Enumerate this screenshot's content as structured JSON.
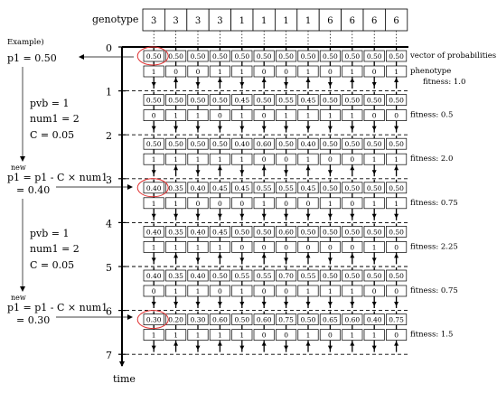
{
  "genotype": {
    "label": "genotype",
    "values": [
      "3",
      "3",
      "3",
      "3",
      "1",
      "1",
      "1",
      "1",
      "6",
      "6",
      "6",
      "6"
    ]
  },
  "axis": {
    "time_label": "time",
    "ticks": [
      "0",
      "1",
      "2",
      "3",
      "4",
      "5",
      "6",
      "7"
    ]
  },
  "annotations": {
    "vector": "vector of probabilities",
    "phenotype": "phenotype",
    "fitness_first": "fitness: 1.0"
  },
  "generations": [
    {
      "probs": [
        "0.50",
        "0.50",
        "0.50",
        "0.50",
        "0.50",
        "0.50",
        "0.50",
        "0.50",
        "0.50",
        "0.50",
        "0.50",
        "0.50"
      ],
      "prob_colors": [
        "k",
        "k",
        "k",
        "k",
        "b",
        "b",
        "b",
        "b",
        "k",
        "k",
        "k",
        "k"
      ],
      "phen": [
        "1",
        "0",
        "0",
        "1",
        "1",
        "0",
        "0",
        "1",
        "0",
        "1",
        "0",
        "1"
      ],
      "fitness": ""
    },
    {
      "probs": [
        "0.50",
        "0.50",
        "0.50",
        "0.50",
        "0.45",
        "0.50",
        "0.55",
        "0.45",
        "0.50",
        "0.50",
        "0.50",
        "0.50"
      ],
      "prob_colors": [
        "k",
        "k",
        "k",
        "k",
        "b",
        "b",
        "b",
        "b",
        "k",
        "k",
        "k",
        "k"
      ],
      "phen": [
        "0",
        "1",
        "1",
        "0",
        "1",
        "0",
        "1",
        "1",
        "1",
        "1",
        "0",
        "0"
      ],
      "fitness": "fitness: 0.5"
    },
    {
      "probs": [
        "0.50",
        "0.50",
        "0.50",
        "0.50",
        "0.40",
        "0.60",
        "0.50",
        "0.40",
        "0.50",
        "0.50",
        "0.50",
        "0.50"
      ],
      "prob_colors": [
        "k",
        "k",
        "k",
        "k",
        "b",
        "b",
        "b",
        "b",
        "k",
        "k",
        "k",
        "k"
      ],
      "phen": [
        "1",
        "1",
        "1",
        "1",
        "1",
        "0",
        "0",
        "1",
        "0",
        "0",
        "1",
        "1"
      ],
      "fitness": "fitness: 2.0"
    },
    {
      "probs": [
        "0.40",
        "0.35",
        "0.40",
        "0.45",
        "0.45",
        "0.55",
        "0.55",
        "0.45",
        "0.50",
        "0.50",
        "0.50",
        "0.50"
      ],
      "prob_colors": [
        "r",
        "r",
        "r",
        "r",
        "b",
        "b",
        "b",
        "b",
        "k",
        "k",
        "k",
        "k"
      ],
      "phen": [
        "1",
        "1",
        "0",
        "0",
        "0",
        "1",
        "0",
        "0",
        "1",
        "0",
        "1",
        "1"
      ],
      "fitness": "fitness: 0.75"
    },
    {
      "probs": [
        "0.40",
        "0.35",
        "0.40",
        "0.45",
        "0.50",
        "0.50",
        "0.60",
        "0.50",
        "0.50",
        "0.50",
        "0.50",
        "0.50"
      ],
      "prob_colors": [
        "k",
        "k",
        "k",
        "k",
        "b",
        "b",
        "b",
        "b",
        "k",
        "k",
        "k",
        "k"
      ],
      "phen": [
        "1",
        "1",
        "1",
        "1",
        "0",
        "0",
        "0",
        "0",
        "0",
        "0",
        "1",
        "0"
      ],
      "fitness": "fitness: 2.25"
    },
    {
      "probs": [
        "0.40",
        "0.35",
        "0.40",
        "0.50",
        "0.55",
        "0.55",
        "0.70",
        "0.55",
        "0.50",
        "0.50",
        "0.50",
        "0.50"
      ],
      "prob_colors": [
        "k",
        "k",
        "k",
        "k",
        "b",
        "b",
        "b",
        "b",
        "k",
        "k",
        "k",
        "k"
      ],
      "phen": [
        "0",
        "1",
        "1",
        "0",
        "1",
        "0",
        "0",
        "1",
        "1",
        "1",
        "0",
        "0"
      ],
      "fitness": "fitness: 0.75"
    },
    {
      "probs": [
        "0.30",
        "0.20",
        "0.30",
        "0.60",
        "0.50",
        "0.60",
        "0.75",
        "0.50",
        "0.65",
        "0.60",
        "0.40",
        "0.75"
      ],
      "prob_colors": [
        "r",
        "r",
        "r",
        "r",
        "b",
        "b",
        "b",
        "b",
        "g",
        "g",
        "g",
        "g"
      ],
      "phen": [
        "1",
        "1",
        "1",
        "1",
        "1",
        "0",
        "0",
        "1",
        "0",
        "1",
        "1",
        "0"
      ],
      "fitness": "fitness: 1.5"
    }
  ],
  "example": {
    "title": "Example)",
    "p1_initial": "p1 = 0.50",
    "block1": {
      "pvb": "pvb = 1",
      "num": "num1 = 2",
      "c": "C = 0.05",
      "new_label": "new",
      "formula": "p1 = p1 - C × num1",
      "result": "= 0.40"
    },
    "block2": {
      "pvb": "pvb = 1",
      "num": "num1 = 2",
      "c": "C = 0.05",
      "new_label": "new",
      "formula": "p1 = p1 - C × num1",
      "result": "= 0.30"
    }
  },
  "colors": {
    "k": "#000000",
    "b": "#1a1ad0",
    "r": "#e01818",
    "g": "#2ec82e",
    "highlight": "#e03030"
  }
}
